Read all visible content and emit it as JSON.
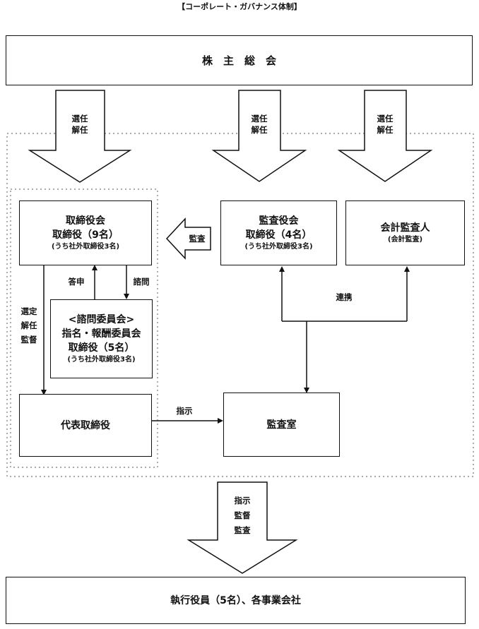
{
  "title": "【コーポレート・ガバナンス体制】",
  "shareholders": {
    "label": "株　主　総　会"
  },
  "arrow_labels": {
    "elect_left": [
      "選任",
      "解任"
    ],
    "elect_mid": [
      "選任",
      "解任"
    ],
    "elect_right": [
      "選任",
      "解任"
    ],
    "audit_arrow": "監査",
    "report": "答申",
    "consult": "諮問",
    "cooperation": "連携",
    "select": [
      "選定",
      "解任",
      "監督"
    ],
    "instruct": "指示",
    "bottom": [
      "指示",
      "監督",
      "監査"
    ]
  },
  "board": {
    "line1": "取締役会",
    "line2": "取締役（9名）",
    "line3": "(うち社外取締役3名)"
  },
  "audit_board": {
    "line1": "監査役会",
    "line2": "取締役（4名）",
    "line3": "(うち社外取締役3名)"
  },
  "accounting_auditor": {
    "line1": "会計監査人",
    "line2": "(会計監査)"
  },
  "committee": {
    "line1": "<諮問委員会>",
    "line2": "指名・報酬委員会",
    "line3": "取締役（5名）",
    "line4": "(うち社外取締役3名)"
  },
  "representative": {
    "label": "代表取締役"
  },
  "audit_office": {
    "label": "監査室"
  },
  "executives": {
    "label": "執行役員（5名）、各事業会社"
  }
}
